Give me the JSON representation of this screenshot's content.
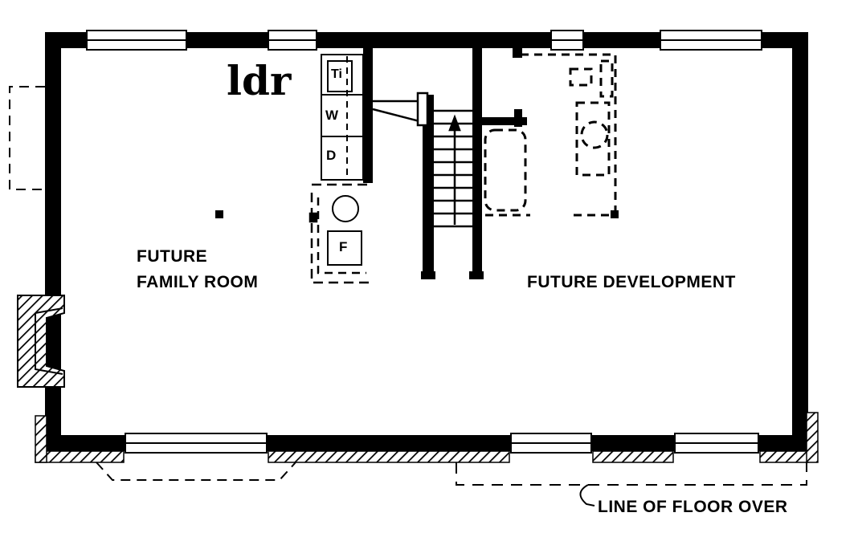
{
  "diagram": {
    "type": "floor-plan",
    "level_label": "ldr",
    "rooms": [
      {
        "id": "family",
        "lines": [
          "FUTURE",
          "FAMILY ROOM"
        ]
      },
      {
        "id": "development",
        "lines": [
          "FUTURE DEVELOPMENT"
        ]
      }
    ],
    "appliances": {
      "tub": "Ti",
      "washer": "W",
      "dryer": "D",
      "furnace": "F"
    },
    "annotation": "LINE OF FLOOR OVER",
    "colors": {
      "ink": "#000000",
      "paper": "#ffffff"
    }
  }
}
